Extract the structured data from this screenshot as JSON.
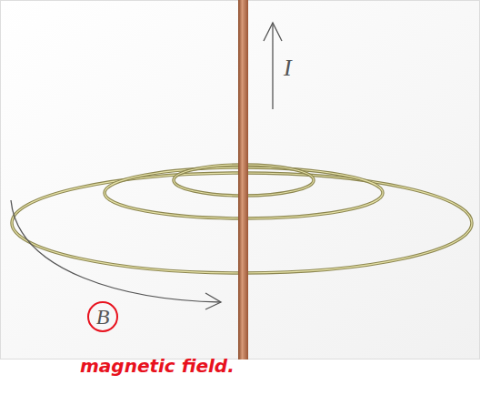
{
  "diagram": {
    "nodes": [
      {
        "text": [
          "B"
        ]
      }
    ],
    "labels": [
      "I",
      "magnetic field."
    ]
  }
}
